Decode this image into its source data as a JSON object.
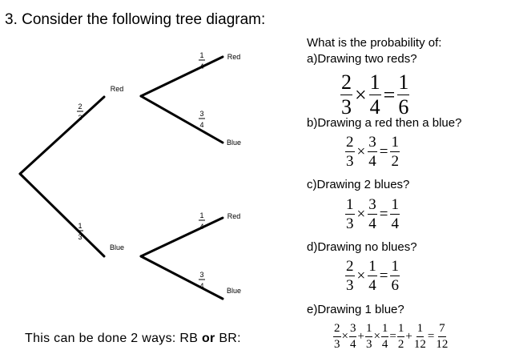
{
  "title": "3. Consider the following tree diagram:",
  "tree": {
    "first_prob_top": [
      "2",
      "3"
    ],
    "first_prob_bottom": [
      "1",
      "3"
    ],
    "node_top": "Red",
    "node_bottom": "Blue",
    "top_red_prob": [
      "1",
      "4"
    ],
    "top_red_label": "Red",
    "top_blue_prob": [
      "3",
      "4"
    ],
    "top_blue_label": "Blue",
    "bot_red_prob": [
      "1",
      "4"
    ],
    "bot_red_label": "Red",
    "bot_blue_prob": [
      "3",
      "4"
    ],
    "bot_blue_label": "Blue"
  },
  "questions": {
    "heading": "What is the probability of:",
    "a": "a)Drawing two reds?",
    "b": "b)Drawing a red then a blue?",
    "c": "c)Drawing 2 blues?",
    "d": "d)Drawing no blues?",
    "e": "e)Drawing 1 blue?"
  },
  "answers": {
    "a": {
      "f1": [
        "2",
        "3"
      ],
      "op1": "×",
      "f2": [
        "1",
        "4"
      ],
      "eq": "=",
      "r": [
        "1",
        "6"
      ]
    },
    "b": {
      "f1": [
        "2",
        "3"
      ],
      "op1": "×",
      "f2": [
        "3",
        "4"
      ],
      "eq": "=",
      "r": [
        "1",
        "2"
      ]
    },
    "c": {
      "f1": [
        "1",
        "3"
      ],
      "op1": "×",
      "f2": [
        "3",
        "4"
      ],
      "eq": "=",
      "r": [
        "1",
        "4"
      ]
    },
    "d": {
      "f1": [
        "2",
        "3"
      ],
      "op1": "×",
      "f2": [
        "1",
        "4"
      ],
      "eq": "=",
      "r": [
        "1",
        "6"
      ]
    },
    "e": {
      "f1": [
        "2",
        "3"
      ],
      "op1": "×",
      "f2": [
        "3",
        "4"
      ],
      "plus": "+",
      "f3": [
        "1",
        "3"
      ],
      "op2": "×",
      "f4": [
        "1",
        "4"
      ],
      "eq1": "=",
      "f5": [
        "1",
        "2"
      ],
      "plus2": "+",
      "f6": [
        "1",
        "12"
      ],
      "eq2": "=",
      "r": [
        "7",
        "12"
      ]
    }
  },
  "note": {
    "before": "This can be done 2 ways: RB ",
    "bold": "or",
    "after": " BR:"
  }
}
